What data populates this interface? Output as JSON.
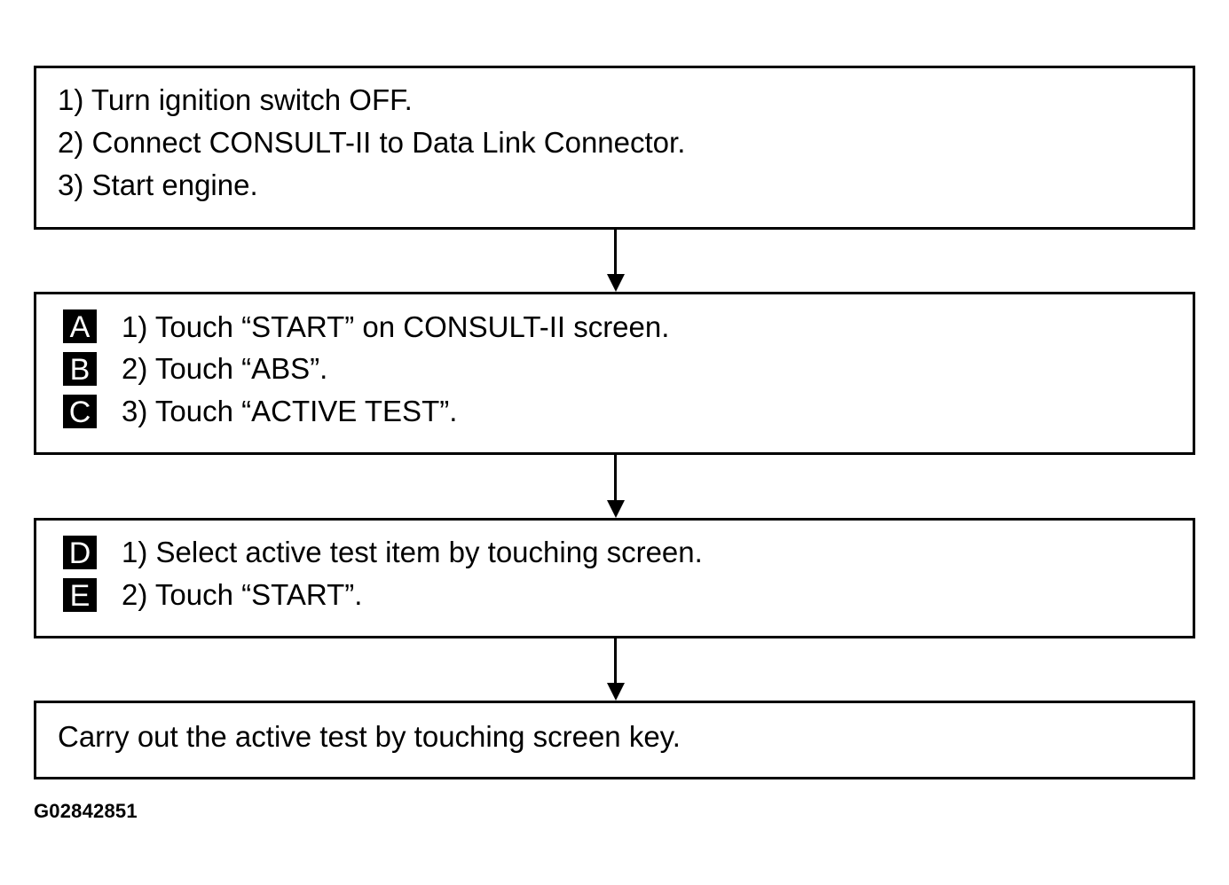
{
  "step1": {
    "lines": [
      "1) Turn ignition switch OFF.",
      "2) Connect CONSULT-II to Data Link Connector.",
      "3) Start engine."
    ]
  },
  "step2": {
    "items": [
      {
        "badge": "A",
        "text": "1) Touch “START” on CONSULT-II screen."
      },
      {
        "badge": "B",
        "text": "2) Touch “ABS”."
      },
      {
        "badge": "C",
        "text": "3) Touch “ACTIVE TEST”."
      }
    ]
  },
  "step3": {
    "items": [
      {
        "badge": "D",
        "text": "1) Select active test item by touching screen."
      },
      {
        "badge": "E",
        "text": "2) Touch “START”."
      }
    ]
  },
  "step4": {
    "text": "Carry out the active test by touching screen key."
  },
  "figure_id": "G02842851"
}
